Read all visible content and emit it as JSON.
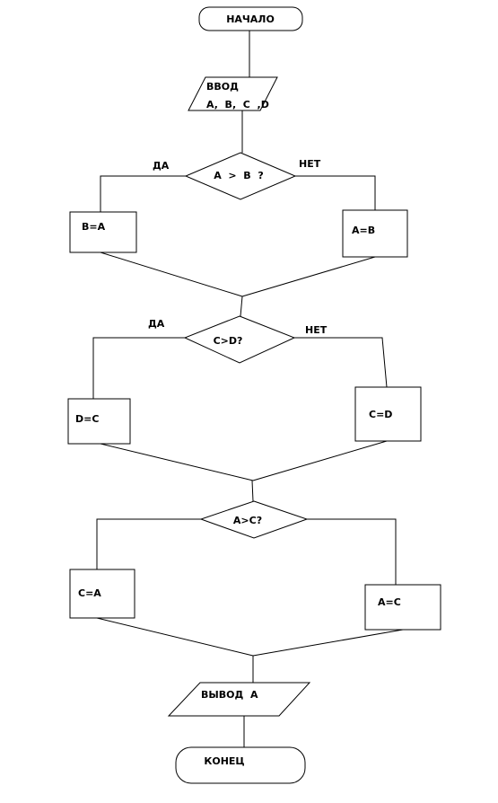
{
  "flowchart": {
    "start": "НАЧАЛО",
    "input_line1": "ВВОД",
    "input_line2": "A,  B,  C  ,D",
    "decision1": "A  >  B  ?",
    "decision1_yes": "ДА",
    "decision1_no": "НЕТ",
    "process_b_eq_a": "B=A",
    "process_a_eq_b": "A=B",
    "decision2": "C>D?",
    "decision2_yes": "ДА",
    "decision2_no": "НЕТ",
    "process_d_eq_c": "D=C",
    "process_c_eq_d": "C=D",
    "decision3": "A>C?",
    "process_c_eq_a": "C=A",
    "process_a_eq_c": "A=C",
    "output": "ВЫВОД  А",
    "end": "КОНЕЦ"
  }
}
